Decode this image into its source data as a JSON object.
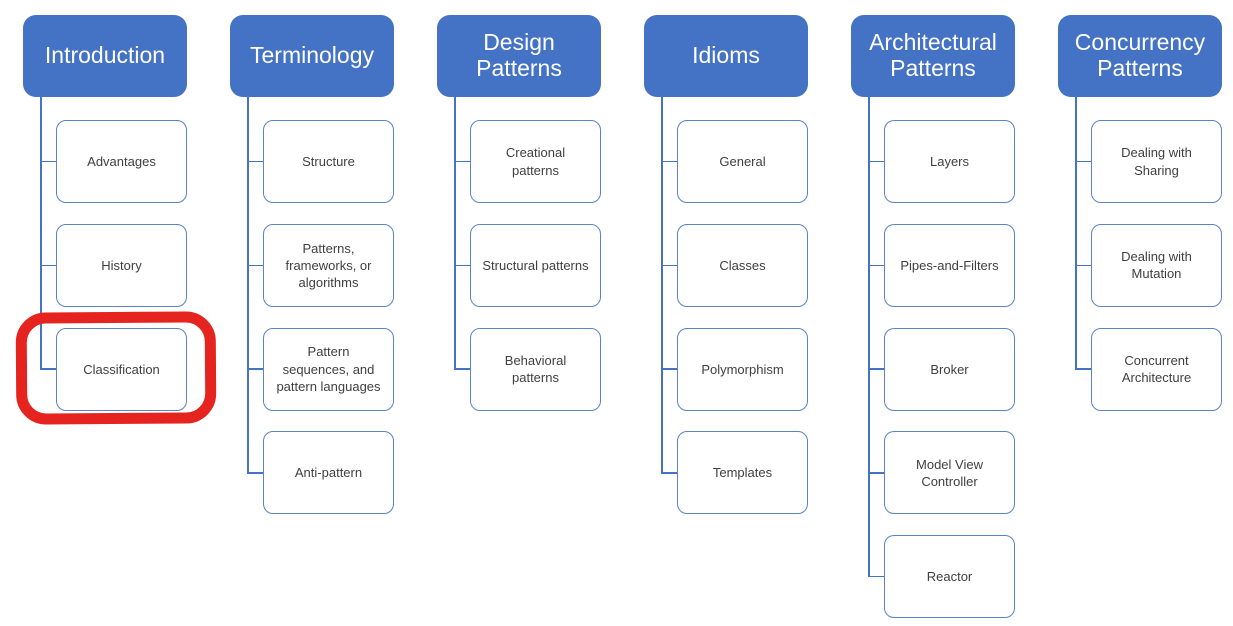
{
  "colors": {
    "background": "#ffffff",
    "header_fill": "#4472C4",
    "header_text": "#FFFFFF",
    "box_fill": "#FFFFFF",
    "box_border": "#5B83C8",
    "connector": "#4472C4",
    "child_text": "#3F3F3F",
    "highlight": "#E5231F"
  },
  "columns": [
    {
      "header": "Introduction",
      "children": [
        "Advantages",
        "History",
        "Classification"
      ]
    },
    {
      "header": "Terminology",
      "children": [
        "Structure",
        "Patterns,\nframeworks, or\nalgorithms",
        "Pattern\nsequences, and\npattern languages",
        "Anti-pattern"
      ]
    },
    {
      "header": "Design\nPatterns",
      "children": [
        "Creational\npatterns",
        "Structural patterns",
        "Behavioral\npatterns"
      ]
    },
    {
      "header": "Idioms",
      "children": [
        "General",
        "Classes",
        "Polymorphism",
        "Templates"
      ]
    },
    {
      "header": "Architectural\nPatterns",
      "children": [
        "Layers",
        "Pipes-and-Filters",
        "Broker",
        "Model View\nController",
        "Reactor"
      ]
    },
    {
      "header": "Concurrency\nPatterns",
      "children": [
        "Dealing with\nSharing",
        "Dealing with\nMutation",
        "Concurrent\nArchitecture"
      ]
    }
  ],
  "highlight_annotation": {
    "shape": "rounded-rectangle",
    "color": "#E5231F",
    "target_column": "Introduction",
    "target_node": "Classification"
  }
}
